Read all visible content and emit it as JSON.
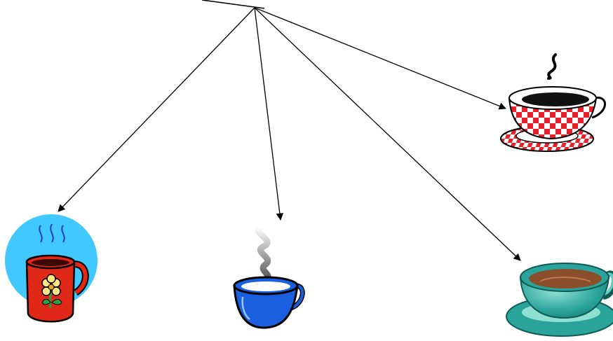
{
  "diagram": {
    "root": "hub-point",
    "targets": [
      {
        "id": "red-checkered-teacup",
        "icon": "checkered-cup-icon"
      },
      {
        "id": "red-flower-mug",
        "icon": "flower-mug-icon"
      },
      {
        "id": "blue-steaming-cup",
        "icon": "steaming-cup-icon"
      },
      {
        "id": "teal-coffee-cup",
        "icon": "teal-cup-icon"
      }
    ]
  },
  "colors": {
    "arrows": "#000000",
    "checker_red": "#e8202a",
    "mug_red": "#e02818",
    "sky_blue": "#40c8ff",
    "blue_cup": "#1a5fe0",
    "teal_cup": "#2aa39a",
    "coffee": "#8a4f2a",
    "flower_yellow": "#ffe680",
    "leaf_green": "#2e9e3e"
  }
}
